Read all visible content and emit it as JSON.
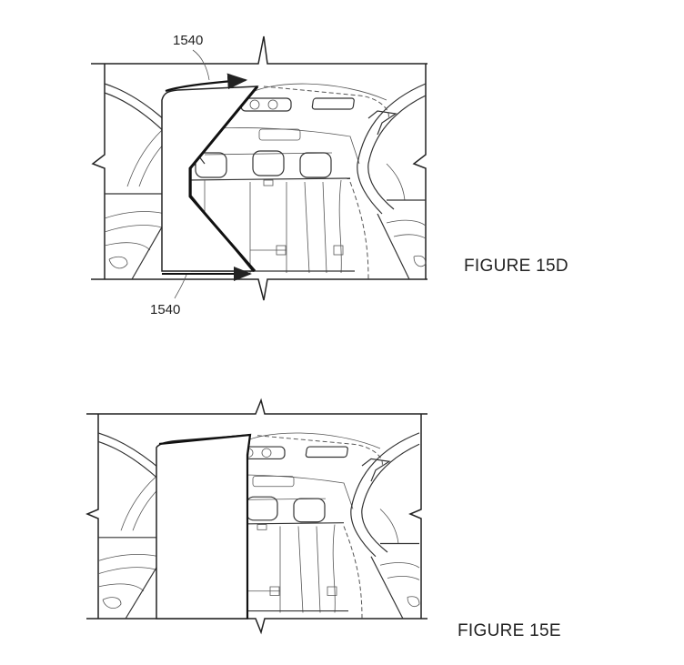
{
  "figures": [
    {
      "caption": "FIGURE 15D",
      "reference_labels": [
        "1540",
        "1540"
      ]
    },
    {
      "caption": "FIGURE 15E"
    }
  ]
}
